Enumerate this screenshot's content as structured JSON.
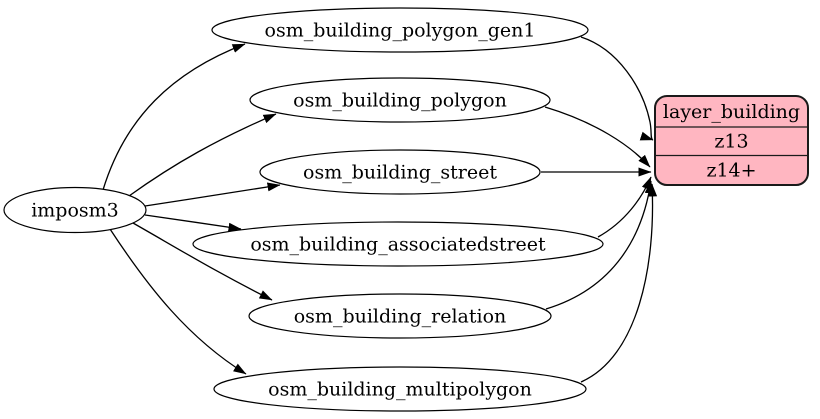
{
  "diagram": {
    "source": {
      "label": "imposm3"
    },
    "tables": [
      {
        "label": "osm_building_polygon_gen1"
      },
      {
        "label": "osm_building_polygon"
      },
      {
        "label": "osm_building_street"
      },
      {
        "label": "osm_building_associatedstreet"
      },
      {
        "label": "osm_building_relation"
      },
      {
        "label": "osm_building_multipolygon"
      }
    ],
    "layer": {
      "title": "layer_building",
      "rows": [
        "z13",
        "z14+"
      ],
      "fill": "#ffb6c1",
      "border": "#1a1a1a"
    },
    "edges": [
      {
        "from": "imposm3",
        "to": "osm_building_polygon_gen1"
      },
      {
        "from": "imposm3",
        "to": "osm_building_polygon"
      },
      {
        "from": "imposm3",
        "to": "osm_building_street"
      },
      {
        "from": "imposm3",
        "to": "osm_building_associatedstreet"
      },
      {
        "from": "imposm3",
        "to": "osm_building_relation"
      },
      {
        "from": "imposm3",
        "to": "osm_building_multipolygon"
      },
      {
        "from": "osm_building_polygon_gen1",
        "to": "layer_building.z13"
      },
      {
        "from": "osm_building_polygon",
        "to": "layer_building.z14+"
      },
      {
        "from": "osm_building_street",
        "to": "layer_building.z14+"
      },
      {
        "from": "osm_building_associatedstreet",
        "to": "layer_building.z14+"
      },
      {
        "from": "osm_building_relation",
        "to": "layer_building.z14+"
      },
      {
        "from": "osm_building_multipolygon",
        "to": "layer_building.z14+"
      }
    ]
  }
}
